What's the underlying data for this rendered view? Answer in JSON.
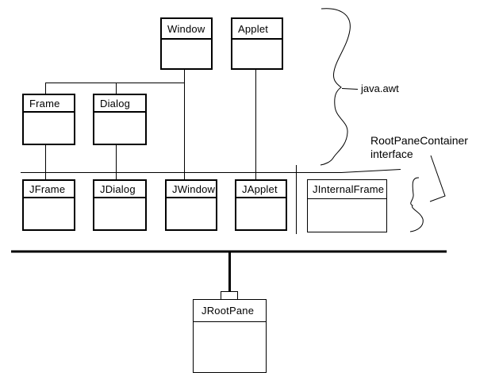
{
  "diagram": {
    "classes": {
      "window": {
        "label": "Window"
      },
      "applet": {
        "label": "Applet"
      },
      "frame": {
        "label": "Frame"
      },
      "dialog": {
        "label": "Dialog"
      },
      "jframe": {
        "label": "JFrame"
      },
      "jdialog": {
        "label": "JDialog"
      },
      "jwindow": {
        "label": "JWindow"
      },
      "japplet": {
        "label": "JApplet"
      },
      "jinternalframe": {
        "label": "JInternalFrame"
      },
      "jrootpane": {
        "label": "JRootPane"
      }
    },
    "annotations": {
      "package_label": "java.awt",
      "interface_label_line1": "RootPaneContainer",
      "interface_label_line2": "interface"
    },
    "colors": {
      "line": "#000000",
      "background": "#ffffff",
      "text": "#000000"
    }
  }
}
